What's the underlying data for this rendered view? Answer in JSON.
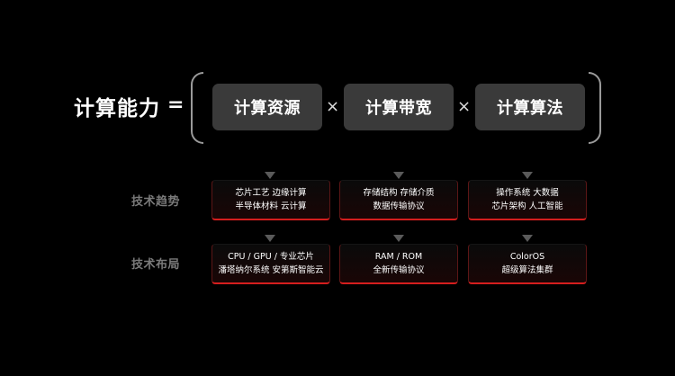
{
  "formula": {
    "lhs": "计算能力",
    "equals": "=",
    "operator": "×",
    "components": [
      "计算资源",
      "计算带宽",
      "计算算法"
    ]
  },
  "rows": [
    {
      "label": "技术趋势",
      "cells": [
        {
          "line1": "芯片工艺  边缘计算",
          "line2": "半导体材料   云计算"
        },
        {
          "line1": "存储结构  存储介质",
          "line2": "数据传输协议"
        },
        {
          "line1": "操作系统    大数据",
          "line2": "芯片架构  人工智能"
        }
      ]
    },
    {
      "label": "技术布局",
      "cells": [
        {
          "line1": "CPU / GPU / 专业芯片",
          "line2": "潘塔纳尔系统  安第斯智能云"
        },
        {
          "line1": "RAM / ROM",
          "line2": "全新传输协议"
        },
        {
          "line1": "ColorOS",
          "line2": "超级算法集群"
        }
      ]
    }
  ]
}
